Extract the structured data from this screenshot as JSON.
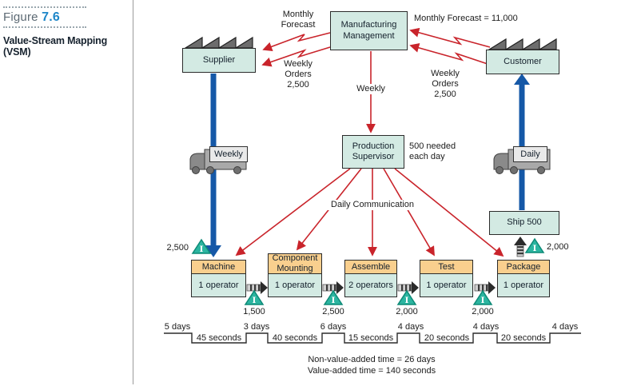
{
  "caption": {
    "figure_word": "Figure",
    "figure_number": "7.6",
    "subtitle": "Value-Stream Mapping (VSM)"
  },
  "nodes": {
    "manufacturing_management": "Manufacturing Management",
    "supplier": "Supplier",
    "customer": "Customer",
    "production_supervisor": "Production Supervisor",
    "ship": "Ship 500"
  },
  "info_labels": {
    "monthly_forecast_left": "Monthly Forecast",
    "monthly_forecast_right": "Monthly Forecast = 11,000",
    "weekly_orders_left": "Weekly Orders 2,500",
    "weekly_orders_right": "Weekly Orders 2,500",
    "weekly_mid": "Weekly",
    "needed": "500 needed each day",
    "daily_communication": "Daily Communication"
  },
  "trucks": {
    "left_label": "Weekly",
    "right_label": "Daily"
  },
  "processes": [
    {
      "name": "Machine",
      "operators": "1 operator"
    },
    {
      "name": "Component Mounting",
      "operators": "1 operator"
    },
    {
      "name": "Assemble",
      "operators": "2 operators"
    },
    {
      "name": "Test",
      "operators": "1 operator"
    },
    {
      "name": "Package",
      "operators": "1 operator"
    }
  ],
  "inventory": {
    "letter": "I",
    "incoming": "2,500",
    "between": [
      "1,500",
      "2,500",
      "2,000",
      "2,000"
    ],
    "outgoing": "2,000"
  },
  "timeline": {
    "days": [
      "5 days",
      "3 days",
      "6 days",
      "4 days",
      "4 days",
      "4 days"
    ],
    "seconds": [
      "45 seconds",
      "40 seconds",
      "15 seconds",
      "20 seconds",
      "20 seconds"
    ]
  },
  "summary": {
    "non_value_added": "Non-value-added time = 26 days",
    "value_added": "Value-added time = 140 seconds"
  },
  "colors": {
    "box_teal": "#d3eae3",
    "header_orange": "#f9cf8e",
    "info_red": "#c9242b",
    "shipment_blue": "#1558a7",
    "inventory_teal": "#2bb5a0"
  }
}
